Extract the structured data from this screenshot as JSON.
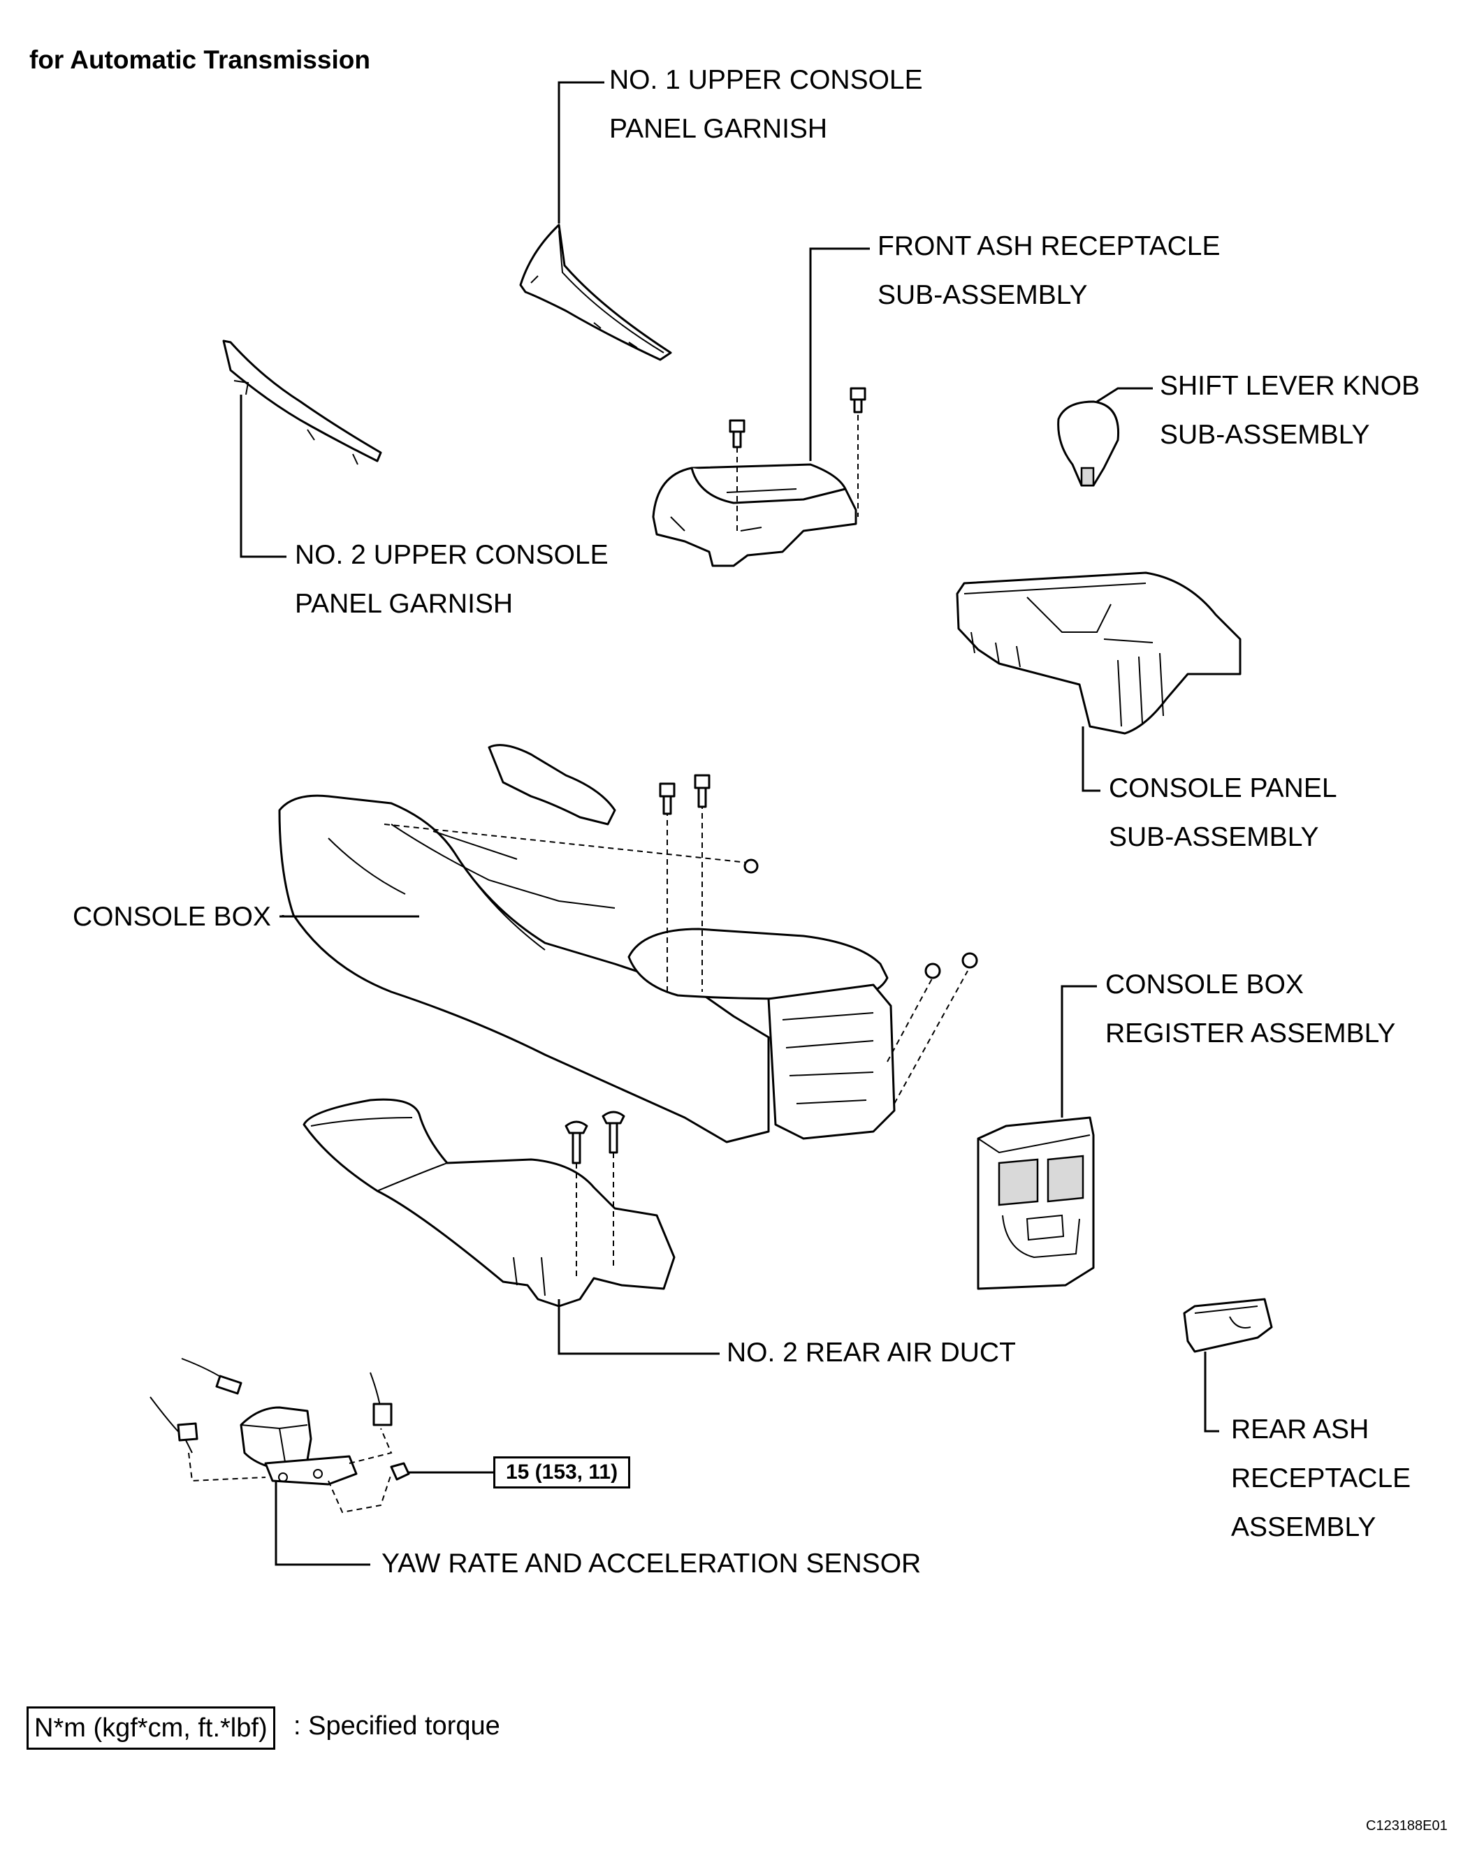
{
  "heading": "for Automatic Transmission",
  "labels": {
    "upper_garnish_1": [
      "NO. 1 UPPER CONSOLE",
      "PANEL GARNISH"
    ],
    "front_ash": [
      "FRONT ASH RECEPTACLE",
      "SUB-ASSEMBLY"
    ],
    "shift_knob": [
      "SHIFT LEVER KNOB",
      "SUB-ASSEMBLY"
    ],
    "upper_garnish_2": [
      "NO. 2 UPPER CONSOLE",
      "PANEL GARNISH"
    ],
    "console_panel": [
      "CONSOLE PANEL",
      "SUB-ASSEMBLY"
    ],
    "console_box": "CONSOLE BOX",
    "register": [
      "CONSOLE BOX",
      "REGISTER ASSEMBLY"
    ],
    "rear_duct": "NO. 2 REAR AIR DUCT",
    "rear_ash": [
      "REAR ASH",
      "RECEPTACLE",
      "ASSEMBLY"
    ],
    "yaw_sensor": "YAW RATE AND ACCELERATION SENSOR"
  },
  "torque": "15 (153, 11)",
  "legend": {
    "units": "N*m (kgf*cm, ft.*lbf)",
    "text": ": Specified torque"
  },
  "figure_code": "C123188E01"
}
